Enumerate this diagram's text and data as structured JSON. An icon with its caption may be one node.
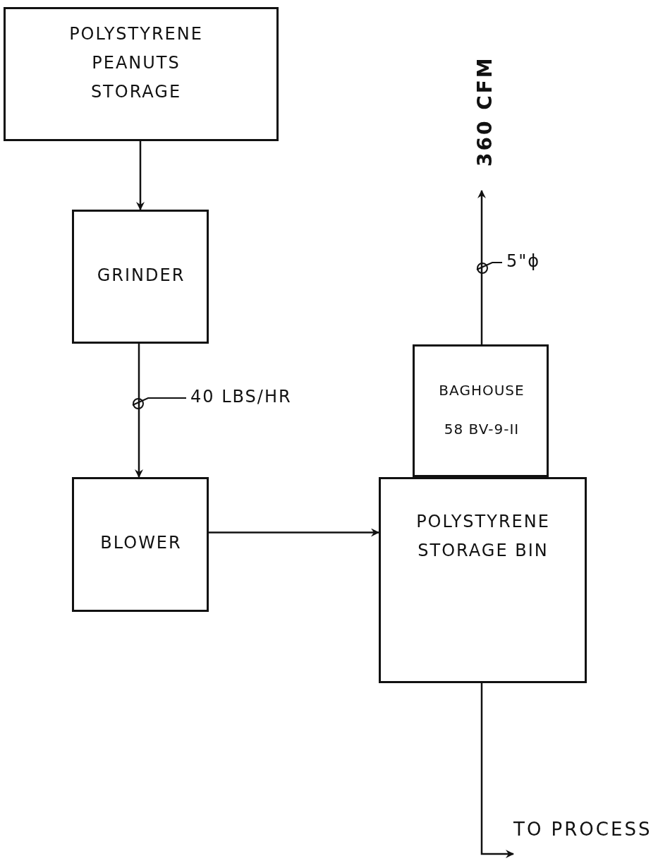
{
  "diagram": {
    "nodes": [
      {
        "text": [
          "POLYSTYRENE PEANUTS STORAGE"
        ]
      },
      {
        "text": [
          "GRINDER"
        ]
      },
      {
        "text": [
          "BLOWER"
        ]
      },
      {
        "text": [
          "BAGHOUSE",
          "58 BV-9-II"
        ]
      },
      {
        "text": [
          "POLYSTYRENE STORAGE BIN"
        ]
      },
      {
        "text": [
          "360 CFM"
        ]
      },
      {
        "text": [
          "TO PROCESS"
        ]
      }
    ],
    "edges": [
      {
        "from": 0,
        "to": 1,
        "arrow": "to"
      },
      {
        "from": 1,
        "to": 2,
        "arrow": "to",
        "label": "40 LBS/HR"
      },
      {
        "from": 2,
        "to": 4,
        "arrow": "to"
      },
      {
        "from": 3,
        "to": 5,
        "arrow": "to",
        "label": "5\"ϕ"
      },
      {
        "from": 4,
        "to": 6,
        "arrow": "to"
      }
    ]
  }
}
